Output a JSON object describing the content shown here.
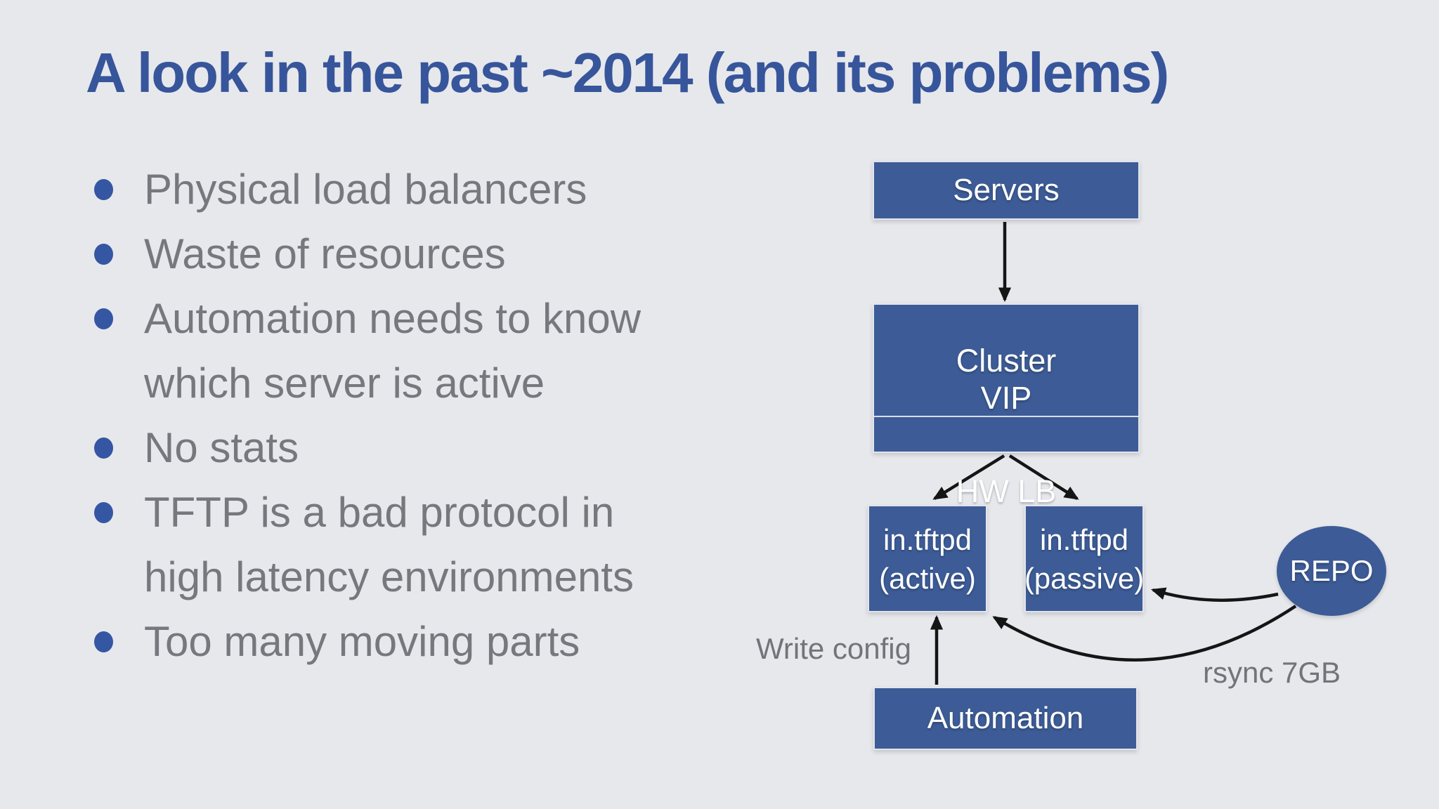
{
  "slide": {
    "title": "A look in the past ~2014 (and its problems)",
    "bullets": [
      "Physical load balancers",
      "Waste of resources",
      "Automation needs to know\nwhich server is active",
      "No stats",
      "TFTP is a bad protocol in\nhigh latency environments",
      "Too many moving parts"
    ]
  },
  "diagram": {
    "nodes": {
      "servers": "Servers",
      "cluster_vip": "Cluster\nVIP",
      "hw_lb": "HW LB",
      "tftpd_active": "in.tftpd\n(active)",
      "tftpd_passive": "in.tftpd\n(passive)",
      "repo": "REPO",
      "automation": "Automation"
    },
    "edge_labels": {
      "write_config": "Write config",
      "rsync": "rsync 7GB"
    },
    "edges": [
      "Servers -> Cluster VIP",
      "HW LB -> in.tftpd (active)",
      "HW LB -> in.tftpd (passive)",
      "Automation -> in.tftpd (active) : Write config",
      "REPO -> in.tftpd (passive)",
      "REPO -> in.tftpd (active) : rsync 7GB"
    ]
  },
  "colors": {
    "background": "#E7E8EC",
    "node_fill": "#3D5C97",
    "node_text": "#FFFFFF",
    "title_text": "#37559B",
    "bullet_dot": "#3556A3",
    "body_text": "#76787D",
    "arrow": "#151515"
  }
}
